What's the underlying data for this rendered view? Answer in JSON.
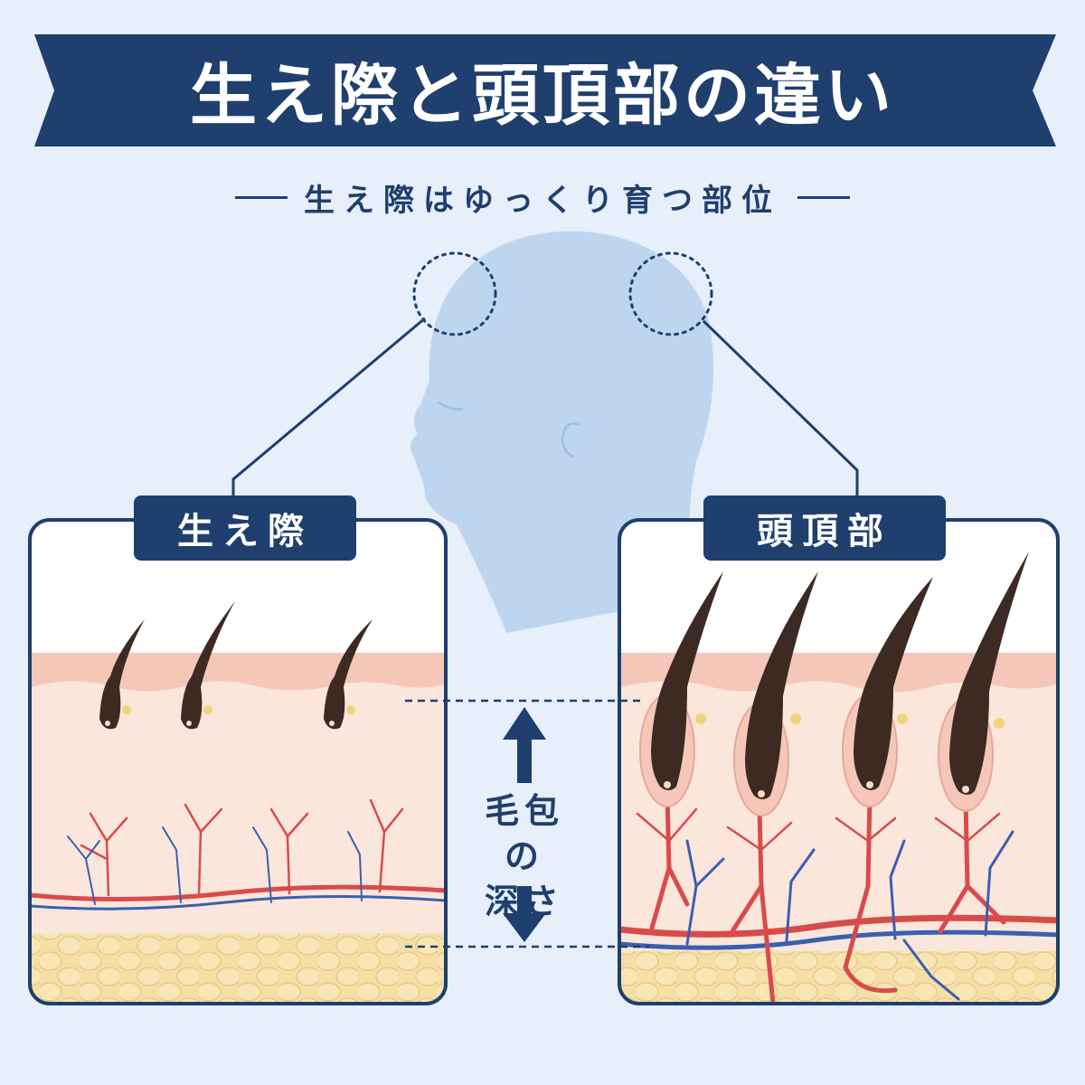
{
  "title": "生え際と頭頂部の違い",
  "subtitle": "生え際はゆっくり育つ部位",
  "panels": {
    "left": {
      "label": "生え際"
    },
    "right": {
      "label": "頭頂部"
    }
  },
  "depth": {
    "line1": "毛包の",
    "line2": "深さ"
  },
  "colors": {
    "navy": "#1f3f6e",
    "background": "#e6effa",
    "skin": "#f5c7b8",
    "dermis": "#fbe6dc",
    "fat": "#f6dfa6",
    "artery": "#d94b4b",
    "vein": "#3b5fb0",
    "hair": "#3d2a22"
  },
  "icons": [
    "head-silhouette-icon",
    "arrow-up-icon",
    "arrow-down-icon"
  ]
}
